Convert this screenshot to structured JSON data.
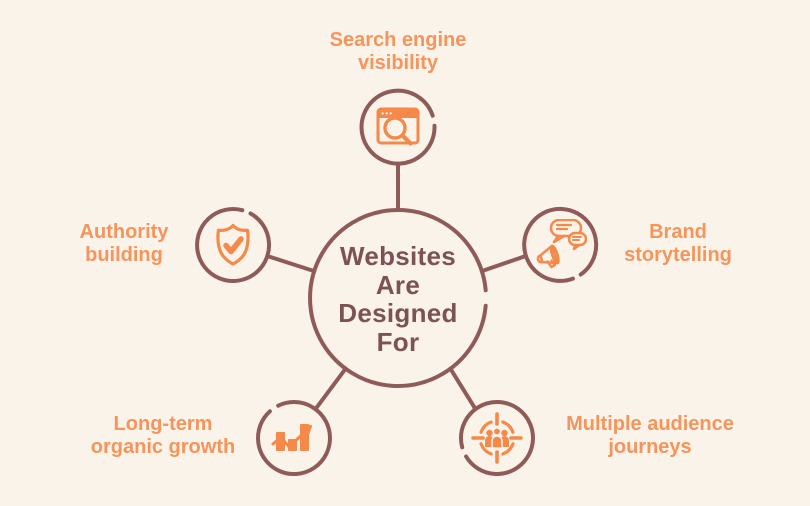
{
  "diagram": {
    "center": {
      "lines": [
        "Websites",
        "Are",
        "Designed",
        "For"
      ]
    },
    "nodes": [
      {
        "id": "search-engine-visibility",
        "icon": "browser-search-icon",
        "label_lines": [
          "Search engine",
          "visibility"
        ]
      },
      {
        "id": "brand-storytelling",
        "icon": "megaphone-chat-icon",
        "label_lines": [
          "Brand",
          "storytelling"
        ]
      },
      {
        "id": "multiple-audience-journeys",
        "icon": "audience-target-icon",
        "label_lines": [
          "Multiple audience",
          "journeys"
        ]
      },
      {
        "id": "long-term-organic-growth",
        "icon": "growth-chart-icon",
        "label_lines": [
          "Long-term",
          "organic growth"
        ]
      },
      {
        "id": "authority-building",
        "icon": "shield-check-icon",
        "label_lines": [
          "Authority",
          "building"
        ]
      }
    ],
    "colors": {
      "background": "#FAF3E9",
      "circle_outline": "#8F5B58",
      "center_text": "#7D5252",
      "icon_orange": "#F5894A",
      "label_orange": "#F6945C"
    }
  }
}
